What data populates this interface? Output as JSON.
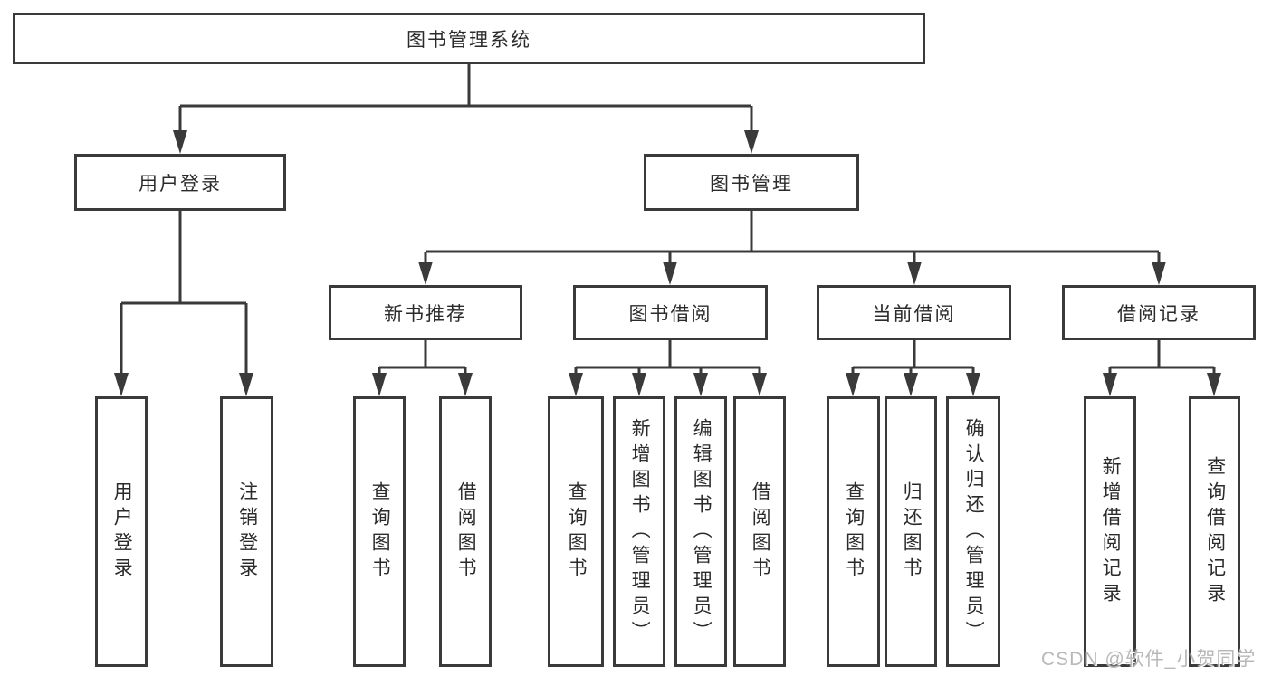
{
  "diagram": {
    "root": {
      "label": "图书管理系统"
    },
    "branches": [
      {
        "label": "用户登录",
        "leaves": [
          {
            "label": "用户登录"
          },
          {
            "label": "注销登录"
          }
        ]
      },
      {
        "label": "图书管理",
        "groups": [
          {
            "label": "新书推荐",
            "leaves": [
              {
                "label": "查询图书"
              },
              {
                "label": "借阅图书"
              }
            ]
          },
          {
            "label": "图书借阅",
            "leaves": [
              {
                "label": "查询图书"
              },
              {
                "label": "新增图书（管理员）"
              },
              {
                "label": "编辑图书（管理员）"
              },
              {
                "label": "借阅图书"
              }
            ]
          },
          {
            "label": "当前借阅",
            "leaves": [
              {
                "label": "查询图书"
              },
              {
                "label": "归还图书"
              },
              {
                "label": "确认归还（管理员）"
              }
            ]
          },
          {
            "label": "借阅记录",
            "leaves": [
              {
                "label": "新增借阅记录"
              },
              {
                "label": "查询借阅记录"
              }
            ]
          }
        ]
      }
    ]
  },
  "watermark": {
    "text": "CSDN @软件_小贺同学"
  },
  "colors": {
    "line": "#3a3a3a",
    "box_border": "#3a3a3a",
    "text": "#2b2b2b",
    "watermark": "#b8b8b8",
    "background": "#ffffff"
  }
}
